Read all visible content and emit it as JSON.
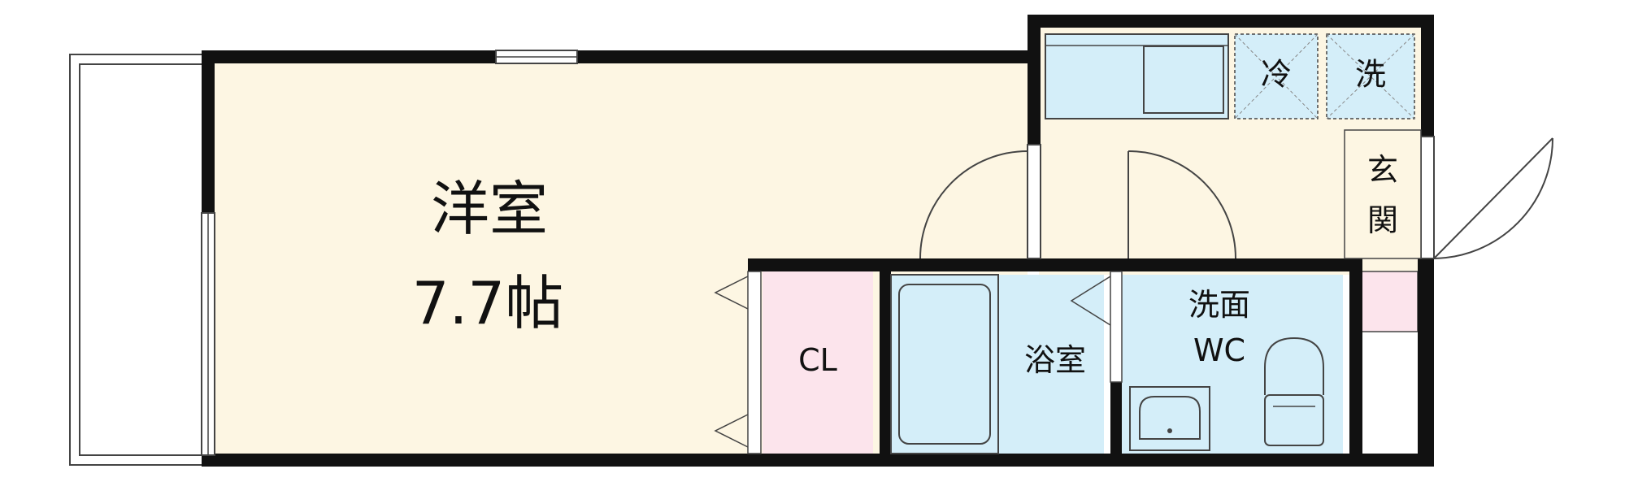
{
  "rooms": {
    "western_room": {
      "name": "洋室",
      "size": "7.7帖"
    },
    "closet": {
      "name": "CL"
    },
    "bathroom": {
      "name": "浴室"
    },
    "washroom_wc": {
      "line1": "洗面",
      "line2": "WC"
    },
    "entrance": {
      "char1": "玄",
      "char2": "関"
    }
  },
  "appliances": {
    "fridge": "冷",
    "washer": "洗"
  },
  "colors": {
    "wall": "#111111",
    "floor_western": "#fdf6e3",
    "closet": "#fce4ec",
    "water_area": "#d4eef9",
    "entrance_box": "#fce4ec"
  }
}
